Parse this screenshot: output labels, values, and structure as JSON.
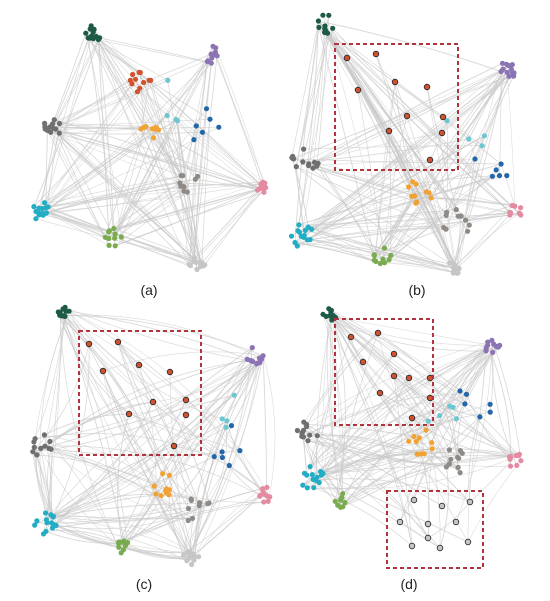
{
  "captions": {
    "a": "(a)",
    "b": "(b)",
    "c": "(c)",
    "d": "(d)"
  },
  "colors": {
    "dark_green": "#1f5a48",
    "purple": "#8c73b4",
    "orange_red": "#d0532f",
    "light_blue": "#6cc7d3",
    "blue": "#2467a8",
    "amber": "#f0a334",
    "dark_gray": "#6f6f6f",
    "taupe": "#8f8a85",
    "pink": "#e48aa1",
    "cyan": "#23adc5",
    "green": "#7aab4f",
    "light_gray": "#c6c6c6",
    "edge": "#c9c9c9",
    "highlight_box": "#b0343b"
  },
  "panels": [
    {
      "id": "a",
      "highlight_boxes": 0
    },
    {
      "id": "b",
      "highlight_boxes": 1
    },
    {
      "id": "c",
      "highlight_boxes": 1
    },
    {
      "id": "d",
      "highlight_boxes": 2
    }
  ]
}
